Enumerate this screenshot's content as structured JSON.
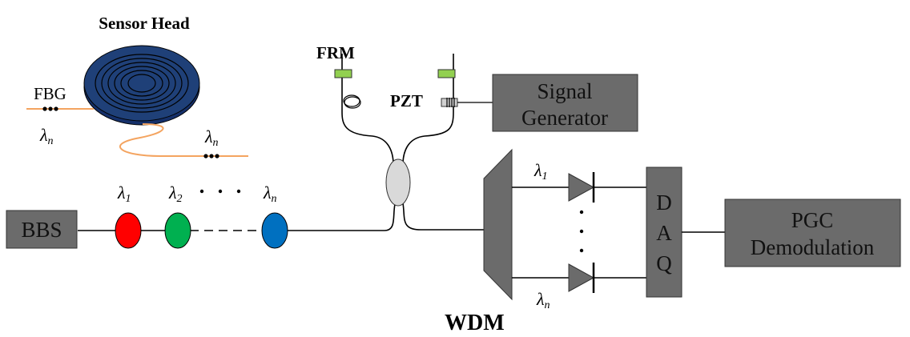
{
  "diagram": {
    "labels": {
      "sensor_head": "Sensor Head",
      "fbg": "FBG",
      "frm": "FRM",
      "pzt": "PZT",
      "wdm": "WDM"
    },
    "boxes": {
      "bbs": "BBS",
      "signal_generator_line1": "Signal",
      "signal_generator_line2": "Generator",
      "daq_line1": "D",
      "daq_line2": "A",
      "daq_line3": "Q",
      "pgc_line1": "PGC",
      "pgc_line2": "Demodulation"
    },
    "wavelengths": {
      "symbol": "λ",
      "sub_1": "1",
      "sub_2": "2",
      "sub_n": "n"
    },
    "gratings": [
      {
        "name": "grating-1",
        "color": "#ff0000"
      },
      {
        "name": "grating-2",
        "color": "#00b050"
      },
      {
        "name": "grating-n",
        "color": "#0070c0"
      }
    ],
    "colors": {
      "box_fill": "#6b6b6b",
      "sensor_disk": "#1f3f7a",
      "fiber_orange": "#f4a460",
      "frm_green": "#92d050",
      "coupler_fill": "#d9d9d9"
    }
  }
}
